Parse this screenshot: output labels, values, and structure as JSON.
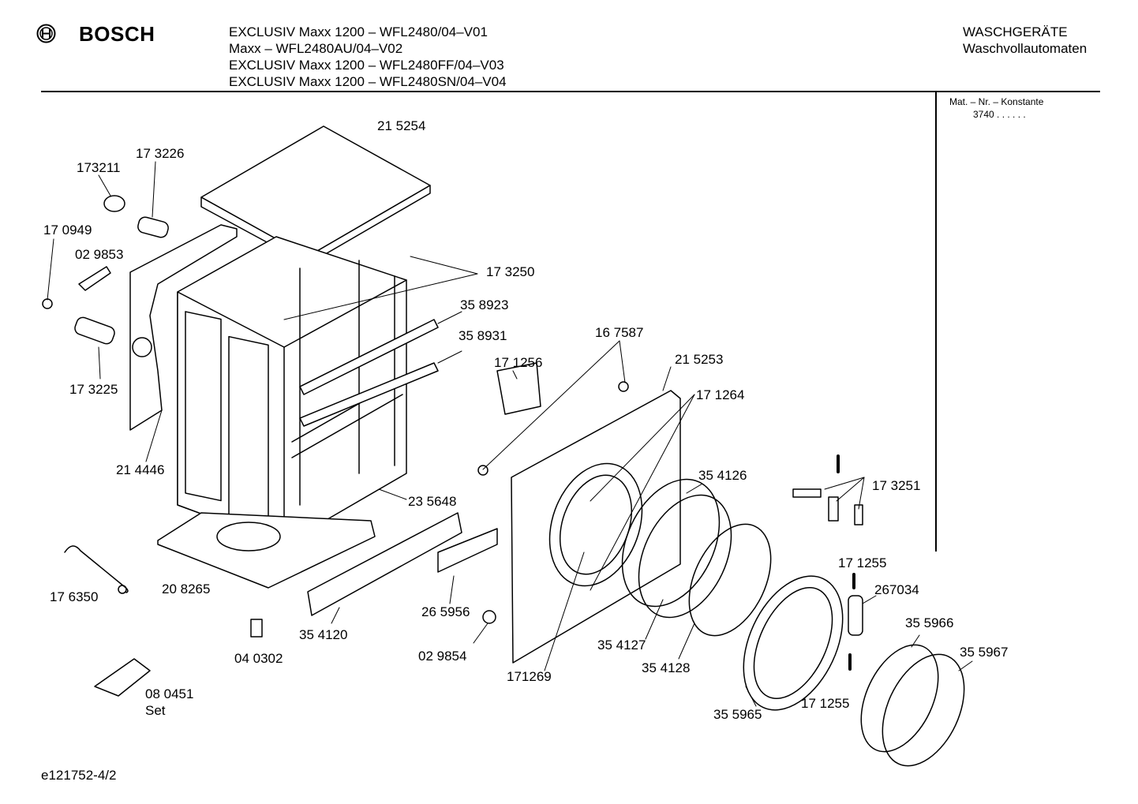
{
  "header": {
    "brand": "BOSCH",
    "models": [
      "EXCLUSIV Maxx 1200 – WFL2480/04–V01",
      "Maxx – WFL2480AU/04–V02",
      "EXCLUSIV Maxx 1200 – WFL2480FF/04–V03",
      "EXCLUSIV Maxx 1200 – WFL2480SN/04–V04"
    ],
    "category": "WASCHGERÄTE",
    "subcategory": "Waschvollautomaten"
  },
  "sidebar": {
    "konstante_label": "Mat. – Nr. – Konstante",
    "konstante_value": "3740  .  .    .  .  .  ."
  },
  "parts": [
    "21 5254",
    "173211",
    "17 3226",
    "17 0949",
    "02 9853",
    "17 3250",
    "35 8923",
    "35 8931",
    "17 3225",
    "21 4446",
    "16 7587",
    "17 1256",
    "21 5253",
    "17 1264",
    "35 4126",
    "17 3251",
    "23 5648",
    "17 1255",
    "267034",
    "17 6350",
    "20 8265",
    "26 5956",
    "35 4120",
    "04 0302",
    "02 9854",
    "35 4127",
    "35 4128",
    "35 5966",
    "35 5967",
    "171269",
    "17 1255",
    "35 5965",
    "08 0451",
    "Set"
  ],
  "footer": {
    "code": "e121752-4/2"
  },
  "colors": {
    "ink": "#000000",
    "paper": "#ffffff",
    "hatch": "#bfbfbf"
  }
}
